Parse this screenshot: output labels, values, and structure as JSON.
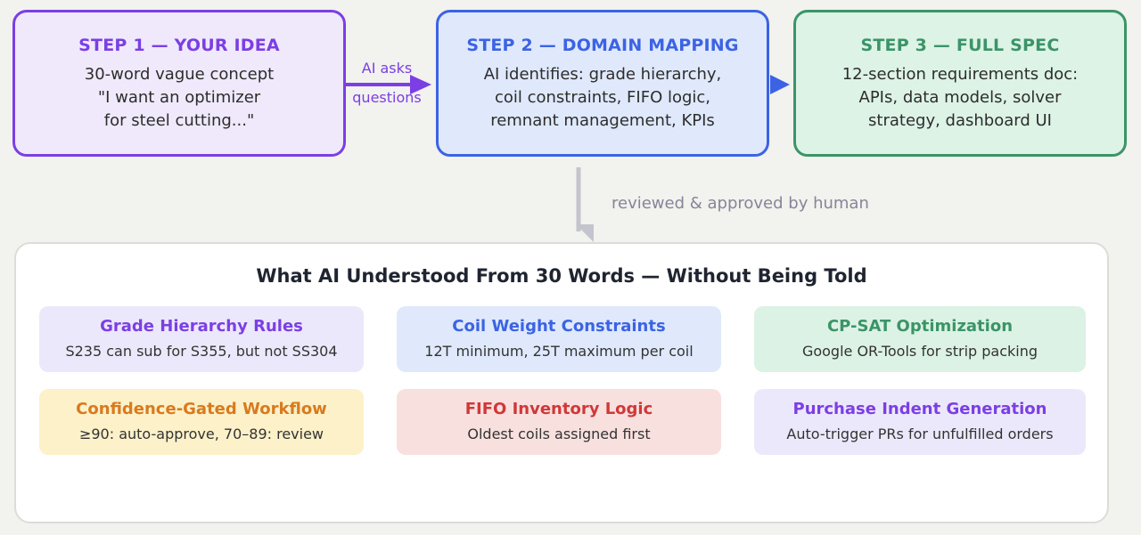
{
  "colors": {
    "background": "#f2f2ee",
    "step1": "#7b3fe4",
    "step2": "#3c63e4",
    "step3": "#3b9468",
    "connector_gray": "#c4c4cf"
  },
  "steps": [
    {
      "title": "STEP 1 — YOUR IDEA",
      "lines": [
        "30-word vague concept",
        "\"I want an optimizer",
        "for steel cutting...\""
      ]
    },
    {
      "title": "STEP 2 — DOMAIN MAPPING",
      "lines": [
        "AI identifies: grade hierarchy,",
        "coil constraints, FIFO logic,",
        "remnant management, KPIs"
      ]
    },
    {
      "title": "STEP 3 — FULL SPEC",
      "lines": [
        "12-section requirements doc:",
        "APIs, data models, solver",
        "strategy, dashboard UI"
      ]
    }
  ],
  "arrow_label": {
    "line1": "AI asks",
    "line2": "questions"
  },
  "approval_label": "reviewed & approved by human",
  "panel": {
    "title": "What AI Understood From 30 Words — Without Being Told",
    "cards": [
      {
        "title": "Grade Hierarchy Rules",
        "desc": "S235 can sub for S355, but not SS304"
      },
      {
        "title": "Coil Weight Constraints",
        "desc": "12T minimum, 25T maximum per coil"
      },
      {
        "title": "CP-SAT Optimization",
        "desc": "Google OR-Tools for strip packing"
      },
      {
        "title": "Confidence-Gated Workflow",
        "desc": "≥90: auto-approve, 70–89: review"
      },
      {
        "title": "FIFO Inventory Logic",
        "desc": "Oldest coils assigned first"
      },
      {
        "title": "Purchase Indent Generation",
        "desc": "Auto-trigger PRs for unfulfilled orders"
      }
    ]
  }
}
